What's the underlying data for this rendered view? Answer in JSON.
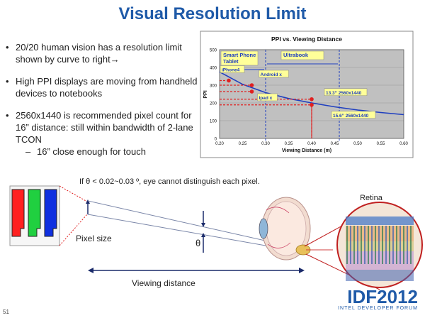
{
  "slide": {
    "title": "Visual Resolution Limit",
    "page_number": "51",
    "logo_main": "IDF2012",
    "logo_sub": "INTEL DEVELOPER FORUM"
  },
  "bullets": [
    {
      "text": "20/20 human vision has a resolution limit shown by curve to right→"
    },
    {
      "text": "High PPI displays are moving from handheld devices to notebooks"
    },
    {
      "text": "2560x1440 is recommended pixel count for 16” distance: still within bandwidth of 2-lane TCON"
    }
  ],
  "sub_bullet": "16” close enough for touch",
  "chart_data": {
    "type": "line",
    "title": "PPI vs. Viewing Distance",
    "xlabel": "Viewing Distance (m)",
    "ylabel": "PPI",
    "xlim": [
      0.2,
      0.6
    ],
    "ylim": [
      0,
      500
    ],
    "x_ticks": [
      "0.20",
      "0.25",
      "0.30",
      "0.35",
      "0.40",
      "0.45",
      "0.50",
      "0.55",
      "0.60"
    ],
    "y_ticks": [
      "0",
      "100",
      "200",
      "300",
      "400",
      "500"
    ],
    "series": [
      {
        "name": "",
        "x": [
          0.2,
          0.25,
          0.3,
          0.35,
          0.4,
          0.45,
          0.5,
          0.55,
          0.6
        ],
        "y": [
          375,
          305,
          258,
          225,
          200,
          178,
          160,
          146,
          134
        ]
      }
    ],
    "regions": [
      {
        "label": "Smart Phone Tablet",
        "x_range": [
          0.2,
          0.3
        ]
      },
      {
        "label": "Ultrabook",
        "x_range": [
          0.3,
          0.46
        ]
      }
    ],
    "points": [
      {
        "label": "iPhone4",
        "x": 0.22,
        "y": 326
      },
      {
        "label": "Android x",
        "x": 0.27,
        "y": 300
      },
      {
        "label": "Ipad x",
        "x": 0.27,
        "y": 264
      },
      {
        "label": "13.3” 2560x1440",
        "x": 0.4,
        "y": 221
      },
      {
        "label": "15.6” 2560x1440",
        "x": 0.4,
        "y": 189
      }
    ]
  },
  "diagram": {
    "caption": "If θ < 0.02~0.03 º, eye cannot distinguish each pixel.",
    "pixel_size_label": "Pixel size",
    "theta_label": "θ",
    "viewing_distance_label": "Viewing distance",
    "retina_label": "Retina"
  },
  "colors": {
    "title": "#1f5aa8",
    "curve": "#1f3fbf",
    "dotted_red": "#e02020",
    "region_fill": "#ffff99",
    "chart_bg": "#c0c0c0",
    "pixel_red": "#ff2020",
    "pixel_green": "#20d040",
    "pixel_blue": "#1030e0"
  }
}
